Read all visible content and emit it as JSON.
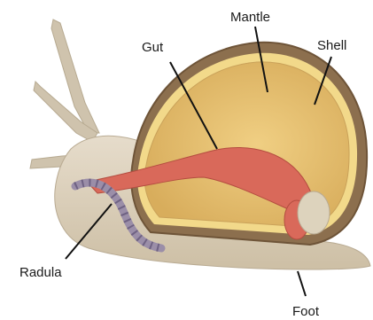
{
  "labels": {
    "gut": "Gut",
    "mantle": "Mantle",
    "shell": "Shell",
    "radula": "Radula",
    "foot": "Foot"
  },
  "colors": {
    "body": "#d9cdb8",
    "shell_outer": "#8c6f4e",
    "shell_inner": "#e8c77a",
    "mantle_band": "#f2d98a",
    "gut": "#d9695a",
    "radula": "#9b8ea8",
    "leader": "#111111"
  }
}
